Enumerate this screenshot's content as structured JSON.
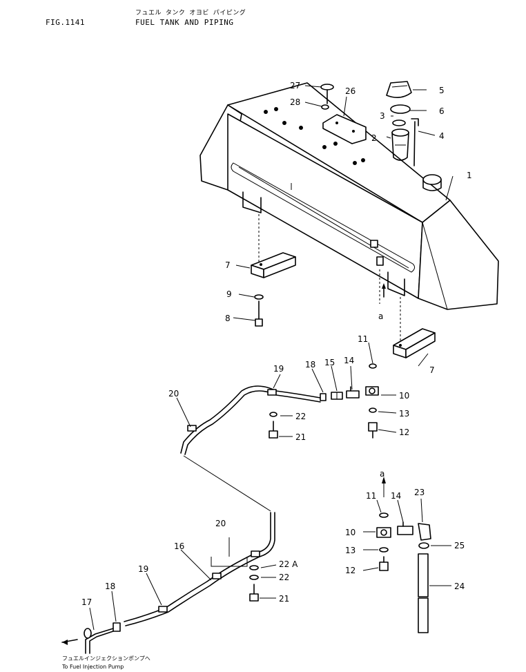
{
  "header": {
    "fig_no": "FIG.1141",
    "title_kana": "フュエル タンク オヨビ パイピング",
    "title": "FUEL TANK AND PIPING"
  },
  "callouts": [
    "1",
    "2",
    "3",
    "4",
    "5",
    "6",
    "7",
    "8",
    "9",
    "10",
    "11",
    "12",
    "13",
    "14",
    "15",
    "16",
    "17",
    "18",
    "19",
    "20",
    "21",
    "22",
    "22 A",
    "23",
    "24",
    "25",
    "26",
    "27",
    "28"
  ],
  "view_marker": "a",
  "note": {
    "kana": "フュエルインジェクションポンプへ",
    "text": "To Fuel Injection Pump"
  }
}
